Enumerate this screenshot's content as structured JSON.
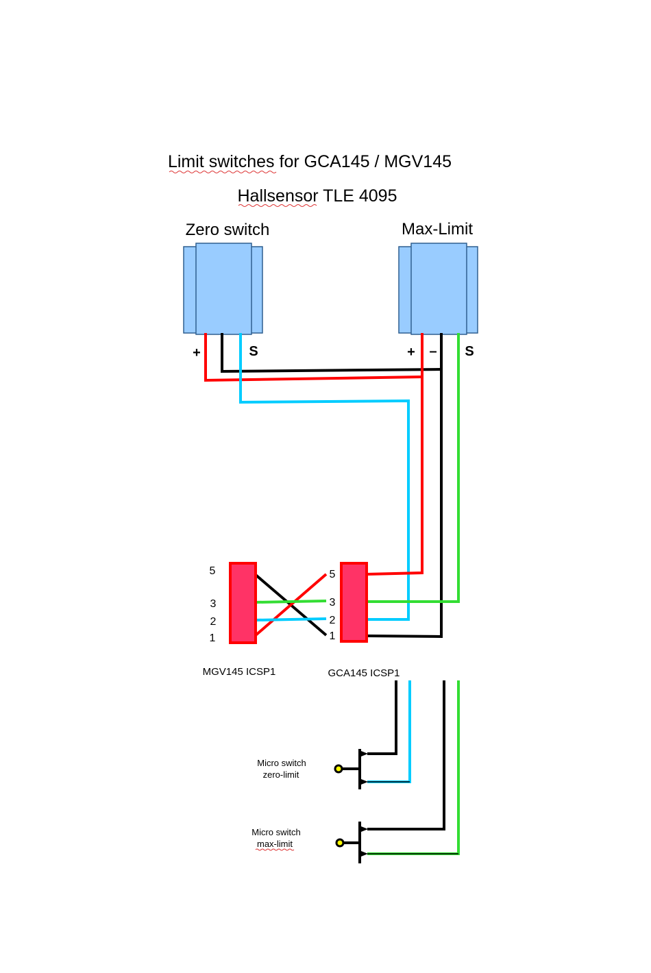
{
  "title": "Limit switches for GCA145 / MGV145",
  "subtitle": "Hallsensor TLE 4095",
  "sensors": {
    "zero": {
      "label": "Zero switch",
      "pin_plus": "+",
      "pin_s": "S"
    },
    "max": {
      "label": "Max-Limit",
      "pin_plus": "+",
      "pin_minus": "–",
      "pin_s": "S"
    }
  },
  "connectors": {
    "mgv": {
      "label": "MGV145 ICSP1",
      "pins": [
        "5",
        "3",
        "2",
        "1"
      ]
    },
    "gca": {
      "label": "GCA145 ICSP1",
      "pins": [
        "5",
        "3",
        "2",
        "1"
      ]
    }
  },
  "micro_switches": {
    "zero": {
      "line1": "Micro switch",
      "line2": "zero-limit"
    },
    "max": {
      "line1": "Micro switch",
      "line2": "max-limit"
    }
  },
  "colors": {
    "sensor_fill": "#99ccff",
    "sensor_stroke": "#2f5f8f",
    "connector_fill": "#ff3366",
    "connector_stroke": "#ff0000",
    "wire_plus": "#ff0000",
    "wire_ground": "#000000",
    "wire_zero_signal": "#00ccff",
    "wire_max_signal": "#33dd33",
    "switch_knob": "#ffff00"
  },
  "icons": [
    "arrow-icon",
    "switch-knob-icon"
  ]
}
